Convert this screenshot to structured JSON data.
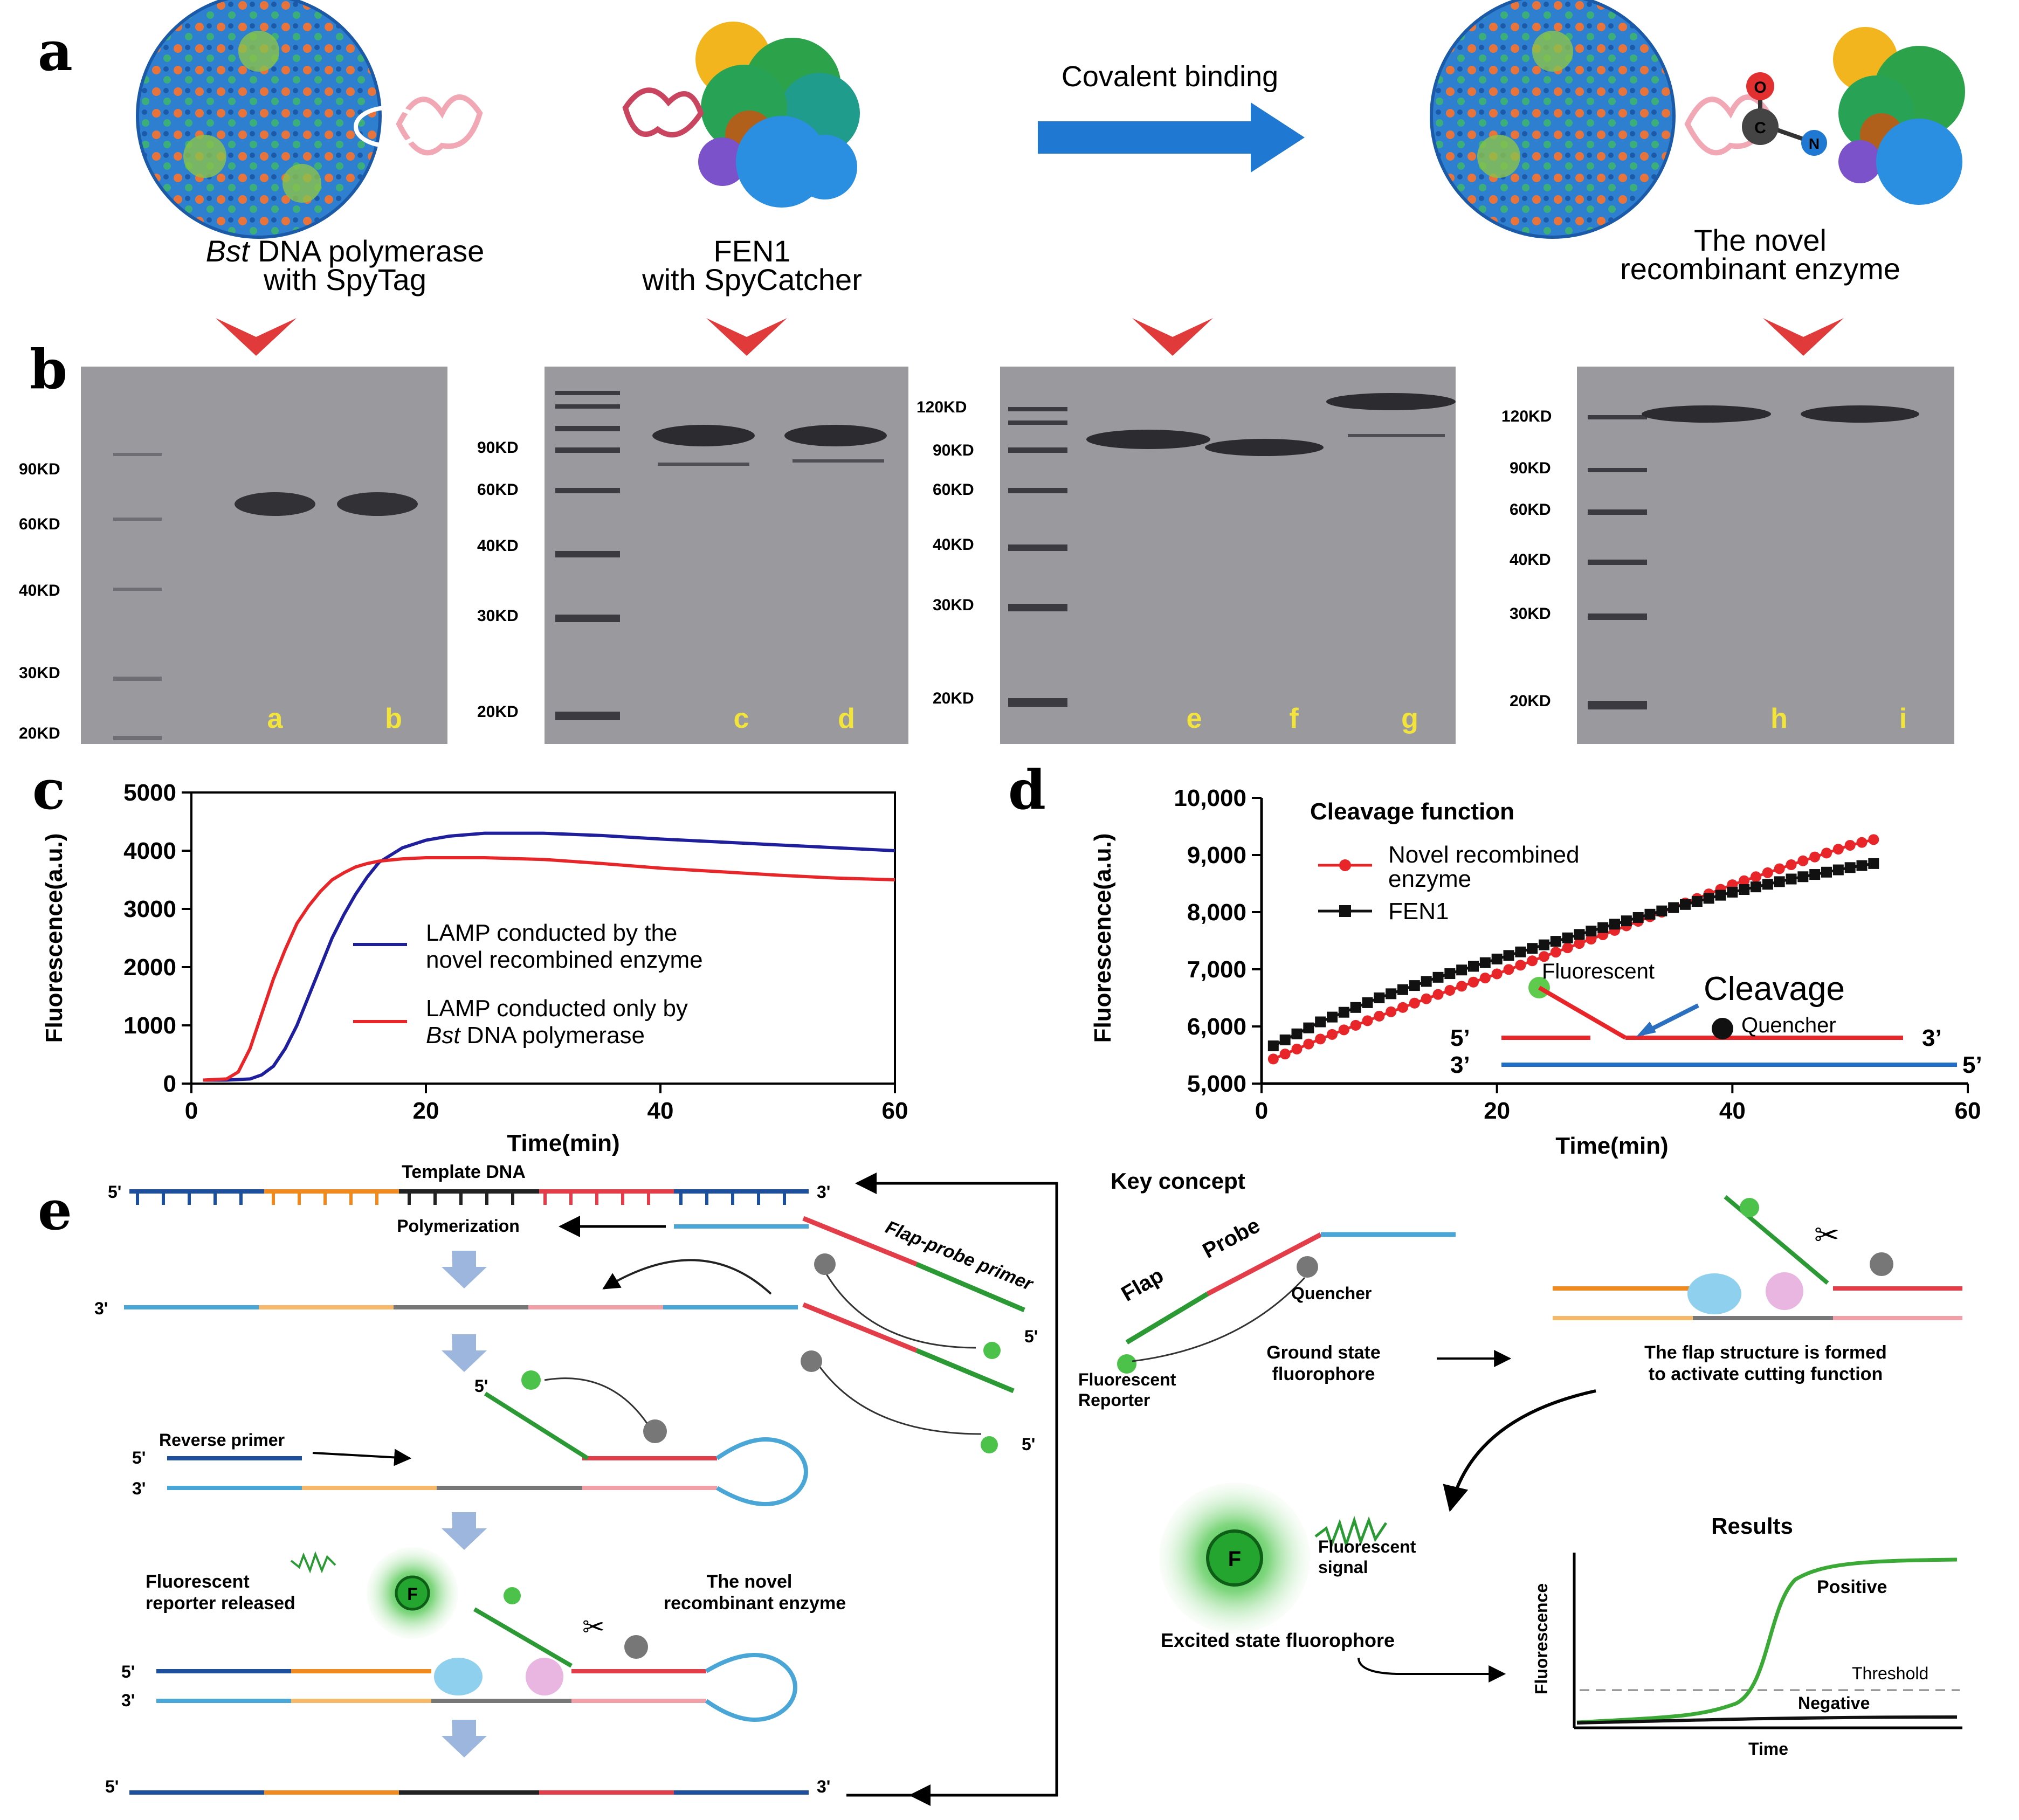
{
  "panels": {
    "a": "a",
    "b": "b",
    "c": "c",
    "d": "d",
    "e": "e"
  },
  "panel_a": {
    "arrow_label": "Covalent binding",
    "bst_label_italic": "Bst",
    "bst_label_rest": " DNA polymerase",
    "bst_label_line2": "with SpyTag",
    "fen1_label_line1": "FEN1",
    "fen1_label_line2": "with SpyCatcher",
    "novel_label_line1": "The novel",
    "novel_label_line2": "recombinant enzyme",
    "atoms": {
      "o": "O",
      "c": "C",
      "n": "N"
    }
  },
  "panel_b": {
    "gels": [
      {
        "markers": [
          "90KD",
          "60KD",
          "40KD",
          "30KD",
          "20KD"
        ],
        "lanes": [
          "a",
          "b"
        ]
      },
      {
        "markers": [
          "90KD",
          "60KD",
          "40KD",
          "30KD",
          "20KD"
        ],
        "lanes": [
          "c",
          "d"
        ]
      },
      {
        "markers": [
          "120KD",
          "90KD",
          "60KD",
          "40KD",
          "30KD",
          "20KD"
        ],
        "lanes": [
          "e",
          "f",
          "g"
        ]
      },
      {
        "markers": [
          "120KD",
          "90KD",
          "60KD",
          "40KD",
          "30KD",
          "20KD"
        ],
        "lanes": [
          "h",
          "i"
        ]
      }
    ]
  },
  "chart_data": [
    {
      "type": "line",
      "panel": "c",
      "xlabel": "Time(min)",
      "ylabel": "Fluorescence(a.u.)",
      "xlim": [
        0,
        60
      ],
      "ylim": [
        0,
        5000
      ],
      "xticks": [
        "0",
        "20",
        "40",
        "60"
      ],
      "yticks": [
        "0",
        "1000",
        "2000",
        "3000",
        "4000",
        "5000"
      ],
      "legend_position": "center-right",
      "series": [
        {
          "name": "LAMP conducted by the novel recombined enzyme",
          "legend_line1": "LAMP conducted by the",
          "legend_line2": "novel recombined enzyme",
          "color": "#1f1f9e",
          "x": [
            1,
            3,
            5,
            6,
            7,
            8,
            9,
            10,
            11,
            12,
            13,
            14,
            15,
            16,
            18,
            20,
            22,
            25,
            30,
            35,
            40,
            45,
            50,
            55,
            60
          ],
          "y": [
            60,
            60,
            80,
            150,
            300,
            600,
            1000,
            1500,
            2000,
            2500,
            2900,
            3250,
            3550,
            3800,
            4050,
            4180,
            4250,
            4300,
            4300,
            4260,
            4200,
            4150,
            4100,
            4050,
            4000
          ]
        },
        {
          "name": "LAMP conducted only by Bst DNA polymerase",
          "legend_line1": "LAMP conducted only by",
          "legend_line2_italic": "Bst",
          "legend_line2_rest": " DNA polymerase",
          "color": "#e8262a",
          "x": [
            1,
            3,
            4,
            5,
            6,
            7,
            8,
            9,
            10,
            11,
            12,
            13,
            14,
            15,
            16,
            18,
            20,
            25,
            30,
            35,
            40,
            45,
            50,
            55,
            60
          ],
          "y": [
            60,
            80,
            200,
            600,
            1200,
            1800,
            2300,
            2750,
            3050,
            3300,
            3500,
            3620,
            3720,
            3780,
            3820,
            3860,
            3880,
            3880,
            3850,
            3780,
            3700,
            3640,
            3580,
            3530,
            3500
          ]
        }
      ]
    },
    {
      "type": "line",
      "panel": "d",
      "title": "Cleavage function",
      "xlabel": "Time(min)",
      "ylabel": "Fluorescence(a.u.)",
      "xlim": [
        0,
        60
      ],
      "ylim": [
        5000,
        10000
      ],
      "xticks": [
        "0",
        "20",
        "40",
        "60"
      ],
      "yticks": [
        "5,000",
        "6,000",
        "7,000",
        "8,000",
        "9,000",
        "10,000"
      ],
      "legend_position": "top-left",
      "series": [
        {
          "name": "Novel recombined enzyme",
          "legend_line1": "Novel recombined",
          "legend_line2": "enzyme",
          "color": "#e8262a",
          "marker": "circle",
          "x": [
            1,
            5,
            10,
            15,
            20,
            25,
            30,
            35,
            40,
            45,
            50,
            52
          ],
          "y": [
            5430,
            5780,
            6180,
            6560,
            6920,
            7300,
            7680,
            8080,
            8480,
            8830,
            9170,
            9270
          ]
        },
        {
          "name": "FEN1",
          "color": "#111111",
          "marker": "square",
          "x": [
            1,
            5,
            10,
            15,
            20,
            25,
            30,
            35,
            40,
            45,
            50,
            52
          ],
          "y": [
            5660,
            6080,
            6500,
            6860,
            7180,
            7490,
            7790,
            8080,
            8350,
            8580,
            8780,
            8850
          ]
        }
      ],
      "inset": {
        "fluorescent": "Fluorescent",
        "cleavage": "Cleavage",
        "quencher": "Quencher",
        "five_prime": "5’",
        "three_prime": "3’"
      }
    },
    {
      "type": "line",
      "panel": "e-results",
      "title": "Results",
      "xlabel": "Time",
      "ylabel": "Fluorescence",
      "series": [
        {
          "name": "Positive",
          "color": "#3aa935"
        },
        {
          "name": "Negative",
          "color": "#111111"
        }
      ],
      "threshold_label": "Threshold"
    }
  ],
  "panel_e": {
    "template_dna": "Template DNA",
    "polymerization": "Polymerization",
    "flap_probe_primer": "Flap-probe primer",
    "reverse_primer": "Reverse primer",
    "fluorescent_reporter_released_1": "Fluorescent",
    "fluorescent_reporter_released_2": "reporter released",
    "novel_enzyme_1": "The novel",
    "novel_enzyme_2": "recombinant enzyme",
    "five": "5'",
    "three": "3'",
    "f": "F",
    "key_concept": "Key concept",
    "flap": "Flap",
    "probe": "Probe",
    "quencher": "Quencher",
    "fluorescent_reporter_1": "Fluorescent",
    "fluorescent_reporter_2": "Reporter",
    "ground_state_1": "Ground state",
    "ground_state_2": "fluorophore",
    "flap_structure_1": "The flap structure is formed",
    "flap_structure_2": "to activate cutting function",
    "fluorescent_signal_1": "Fluorescent",
    "fluorescent_signal_2": "signal",
    "excited_state": "Excited state fluorophore"
  }
}
